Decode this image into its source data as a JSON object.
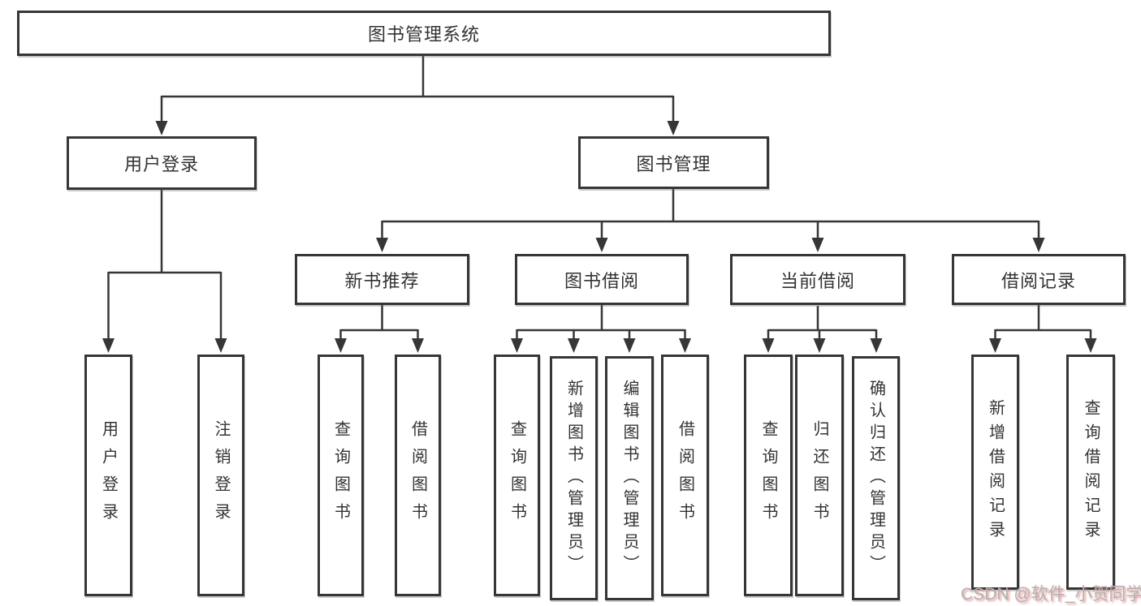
{
  "tree": {
    "root": {
      "label": "图书管理系统"
    },
    "level2": [
      {
        "label": "用户登录",
        "leaves": [
          {
            "label": "用户登录"
          },
          {
            "label": "注销登录"
          }
        ]
      },
      {
        "label": "图书管理",
        "level3": [
          {
            "label": "新书推荐",
            "leaves": [
              {
                "label": "查询图书"
              },
              {
                "label": "借阅图书"
              }
            ]
          },
          {
            "label": "图书借阅",
            "leaves": [
              {
                "label": "查询图书"
              },
              {
                "label": "新增图书（管理员）"
              },
              {
                "label": "编辑图书（管理员）"
              },
              {
                "label": "借阅图书"
              }
            ]
          },
          {
            "label": "当前借阅",
            "leaves": [
              {
                "label": "查询图书"
              },
              {
                "label": "归还图书"
              },
              {
                "label": "确认归还（管理员）"
              }
            ]
          },
          {
            "label": "借阅记录",
            "leaves": [
              {
                "label": "新增借阅记录"
              },
              {
                "label": "查询借阅记录"
              }
            ]
          }
        ]
      }
    ]
  },
  "watermark": {
    "text": "CSDN @软件_小贺同学"
  },
  "colors": {
    "line": "#363636",
    "box_border": "#363636",
    "text": "#333333",
    "background": "#ffffff",
    "watermark_text": "#b2b2b2",
    "watermark_shadow": "#e18282"
  }
}
